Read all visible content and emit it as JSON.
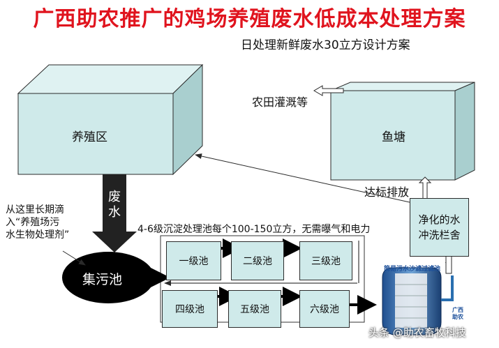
{
  "title": "广西助农推广的鸡场养殖废水低成本处理方案",
  "subtitle": "日处理新鲜废水30立方设计方案",
  "breeding_area": "养殖区",
  "waste_water_arrow": [
    "废",
    "水"
  ],
  "farmland_label": "农田灌溉等",
  "fish_pond": "鱼塘",
  "standard_discharge": "达标排放",
  "purified_water_lines": [
    "净化的水",
    "冲洗栏舍"
  ],
  "dosing_note_lines": [
    "从这里长期滴",
    "入“养殖场污",
    "水生物处理剂”"
  ],
  "collection_pool": "集污池",
  "sedimentation_note": "4-6级沉淀处理池每个100-150立方，无需曝气和电力",
  "tanks_row1": [
    "一级池",
    "二级池",
    "三级池"
  ],
  "tanks_row2": [
    "四级池",
    "五级池",
    "六级池"
  ],
  "filter_label": "简易污水沙滤过滤池",
  "filter_logo_lines": [
    "广西",
    "助农"
  ],
  "watermark": "头条 @助农畜牧科技",
  "colors": {
    "title": "#e0141e",
    "box_face": "#cfeaea",
    "box_top": "#dff2f2",
    "box_side": "#a9cfcf",
    "pool": "#000000"
  }
}
